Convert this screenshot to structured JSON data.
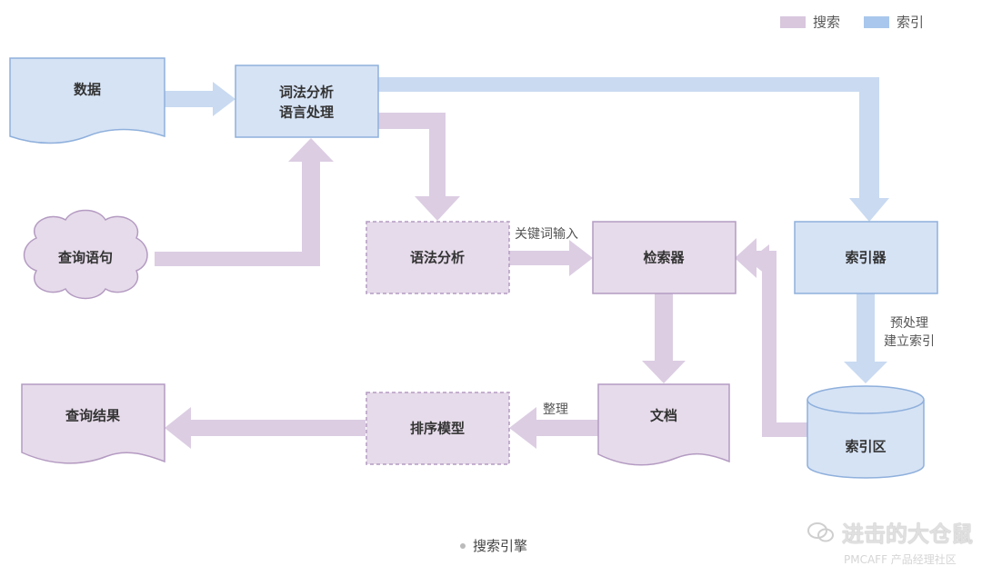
{
  "legend": {
    "search_label": "搜索",
    "index_label": "索引",
    "search_color": "#d9c7de",
    "index_color": "#a9c7ec"
  },
  "nodes": {
    "data": "数据",
    "lexical_line1": "词法分析",
    "lexical_line2": "语言处理",
    "query": "查询语句",
    "grammar": "语法分析",
    "searcher": "检索器",
    "indexer": "索引器",
    "result": "查询结果",
    "ranking": "排序模型",
    "document": "文档",
    "index_area": "索引区"
  },
  "edges": {
    "keyword_input": "关键词输入",
    "organize": "整理",
    "preprocess_line1": "预处理",
    "preprocess_line2": "建立索引"
  },
  "footer": {
    "title": "搜索引擎"
  },
  "watermark": {
    "line1": "进击的大仓鼠",
    "line2": "PMCAFF 产品经理社区"
  },
  "colors": {
    "index_fill": "#d6e3f5",
    "index_stroke": "#8fb0dc",
    "index_arrow": "#c9daf1",
    "search_fill": "#e6dbea",
    "search_stroke": "#b49bc2",
    "search_arrow": "#dccde3"
  }
}
